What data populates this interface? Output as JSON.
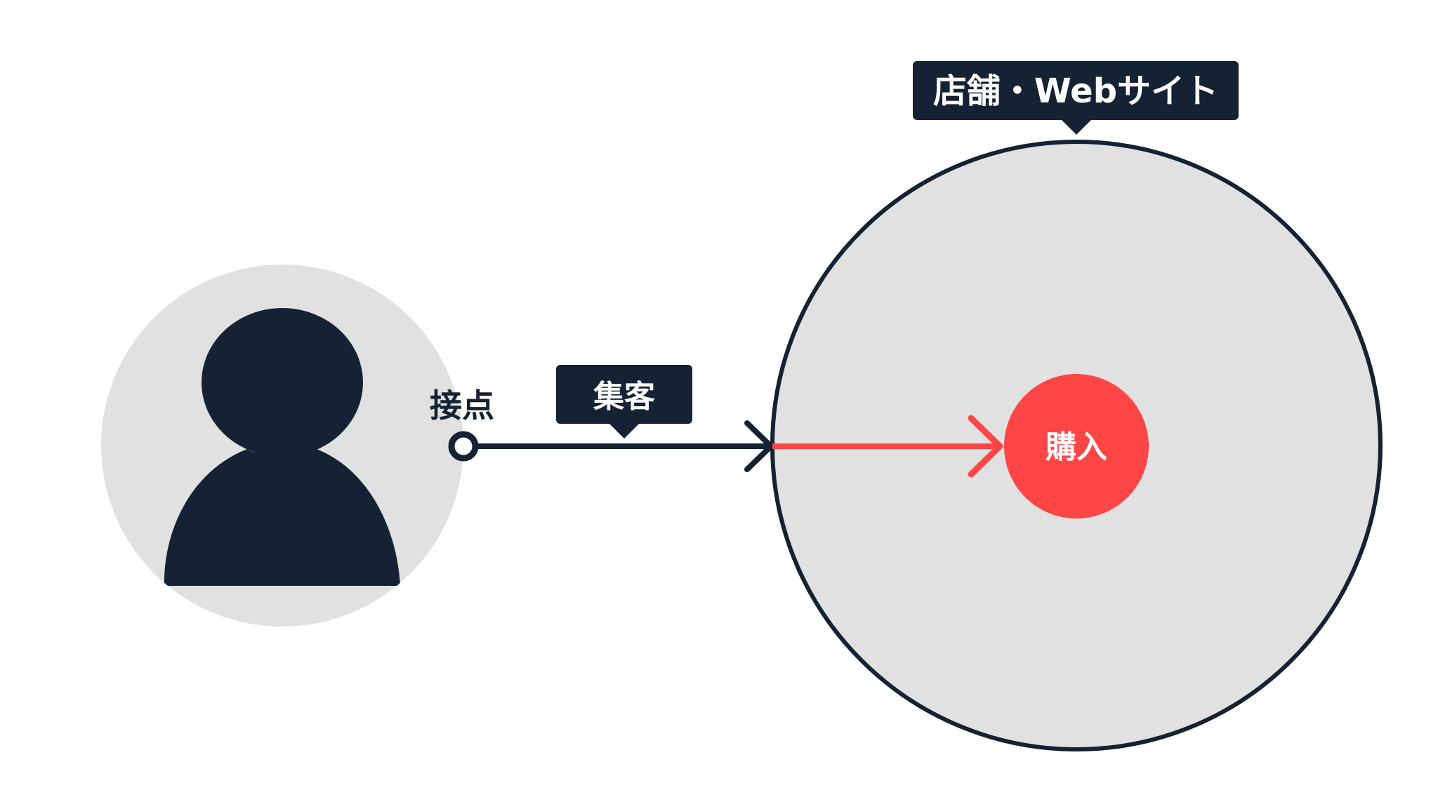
{
  "labels": {
    "store_website": "店舗・Webサイト",
    "contact_point": "接点",
    "attract_customers": "集客",
    "purchase": "購入"
  },
  "colors": {
    "navy": "#142233",
    "light_gray": "#e1e1e1",
    "accent_red": "#ff4646",
    "white": "#ffffff"
  },
  "icons": {
    "person": "person-silhouette-icon"
  }
}
